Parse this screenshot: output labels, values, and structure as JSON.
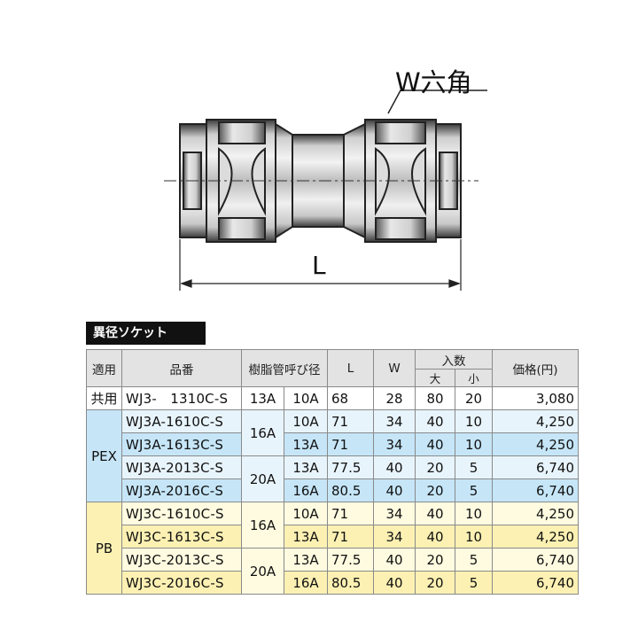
{
  "drawing": {
    "hex_label": "W六角",
    "length_label": "L"
  },
  "section_title": "異径ソケット",
  "table": {
    "headers": {
      "usage": "適用",
      "part_no": "品番",
      "pipe_size": "樹脂管呼び径",
      "L": "L",
      "W": "W",
      "qty": "入数",
      "qty_large": "大",
      "qty_small": "小",
      "price": "価格(円)"
    },
    "groups": [
      {
        "category": "共用",
        "rows": [
          {
            "model": "WJ3-　1310C-S",
            "size_main": "13A",
            "size_sub": "10A",
            "L": "68",
            "W": "28",
            "large": "80",
            "small": "20",
            "price": "3,080"
          }
        ]
      },
      {
        "category": "PEX",
        "rows": [
          {
            "model": "WJ3A-1610C-S",
            "size_main": "16A",
            "size_sub": "10A",
            "L": "71",
            "W": "34",
            "large": "40",
            "small": "10",
            "price": "4,250"
          },
          {
            "model": "WJ3A-1613C-S",
            "size_main": "",
            "size_sub": "13A",
            "L": "71",
            "W": "34",
            "large": "40",
            "small": "10",
            "price": "4,250"
          },
          {
            "model": "WJ3A-2013C-S",
            "size_main": "20A",
            "size_sub": "13A",
            "L": "77.5",
            "W": "40",
            "large": "20",
            "small": "5",
            "price": "6,740"
          },
          {
            "model": "WJ3A-2016C-S",
            "size_main": "",
            "size_sub": "16A",
            "L": "80.5",
            "W": "40",
            "large": "20",
            "small": "5",
            "price": "6,740"
          }
        ]
      },
      {
        "category": "PB",
        "rows": [
          {
            "model": "WJ3C-1610C-S",
            "size_main": "16A",
            "size_sub": "10A",
            "L": "71",
            "W": "34",
            "large": "40",
            "small": "10",
            "price": "4,250"
          },
          {
            "model": "WJ3C-1613C-S",
            "size_main": "",
            "size_sub": "13A",
            "L": "71",
            "W": "34",
            "large": "40",
            "small": "10",
            "price": "4,250"
          },
          {
            "model": "WJ3C-2013C-S",
            "size_main": "20A",
            "size_sub": "13A",
            "L": "77.5",
            "W": "40",
            "large": "20",
            "small": "5",
            "price": "6,740"
          },
          {
            "model": "WJ3C-2016C-S",
            "size_main": "",
            "size_sub": "16A",
            "L": "80.5",
            "W": "40",
            "large": "20",
            "small": "5",
            "price": "6,740"
          }
        ]
      }
    ]
  }
}
